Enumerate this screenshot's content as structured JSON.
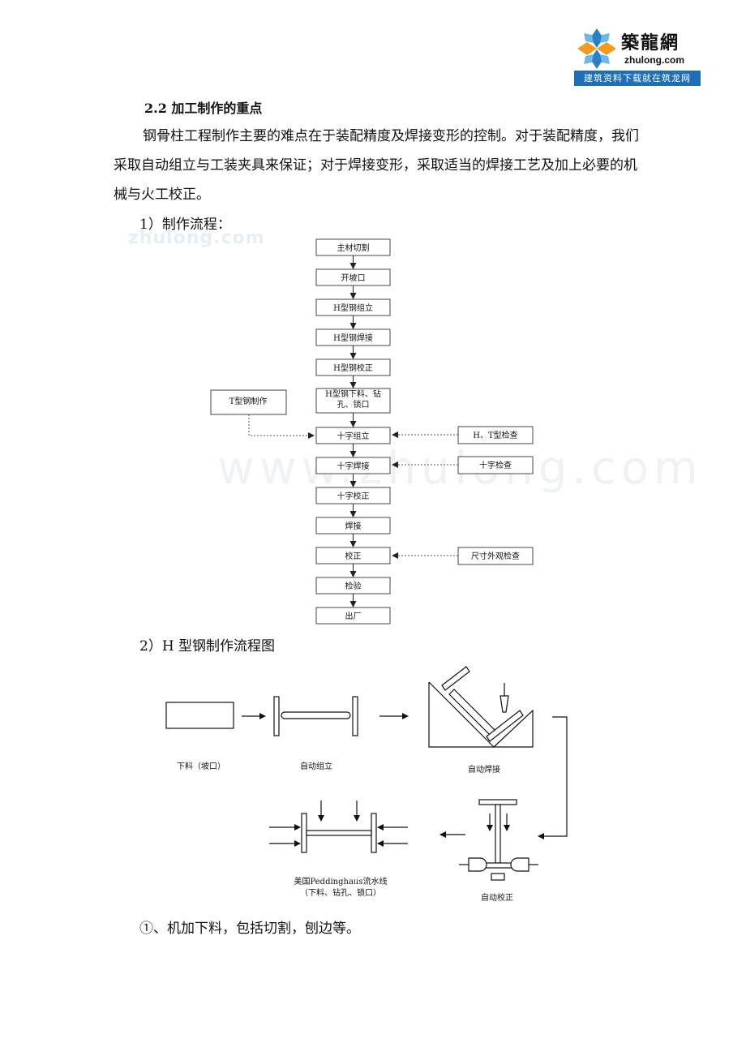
{
  "logo": {
    "name": "築龍網",
    "domain": "zhulong.com",
    "tagline": "建筑资料下载就在筑龙网"
  },
  "heading": "2.2 加工制作的重点",
  "paragraph": "钢骨柱工程制作主要的难点在于装配精度及焊接变形的控制。对于装配精度，我们采取自动组立与工装夹具来保证；对于焊接变形，采取适当的焊接工艺及加上必要的机械与火工校正。",
  "section1_title": "1）制作流程：",
  "watermarks": {
    "small": "zhulong.com",
    "large": "www.zhulong.com"
  },
  "flowchart": {
    "main_steps": [
      "主材切割",
      "开坡口",
      "H型钢组立",
      "H型钢焊接",
      "H型钢校正",
      "H型钢下料、钻孔、锁口",
      "十字组立",
      "十字焊接",
      "十字校正",
      "焊接",
      "校正",
      "检验",
      "出厂"
    ],
    "left_input": "T型钢制作",
    "right_inputs": [
      "H、T型检查",
      "十字检查",
      "尺寸外观检查"
    ]
  },
  "section2_title": "2）H 型钢制作流程图",
  "process_diagram": {
    "labels": {
      "cutting": "下料（坡口）",
      "assembly": "自动组立",
      "welding": "自动焊接",
      "line_name": "美国Peddinghaus流水线",
      "line_detail": "（下料、钻孔、锁口）",
      "correction": "自动校正"
    }
  },
  "item1": "①、机加下料，包括切割，刨边等。"
}
